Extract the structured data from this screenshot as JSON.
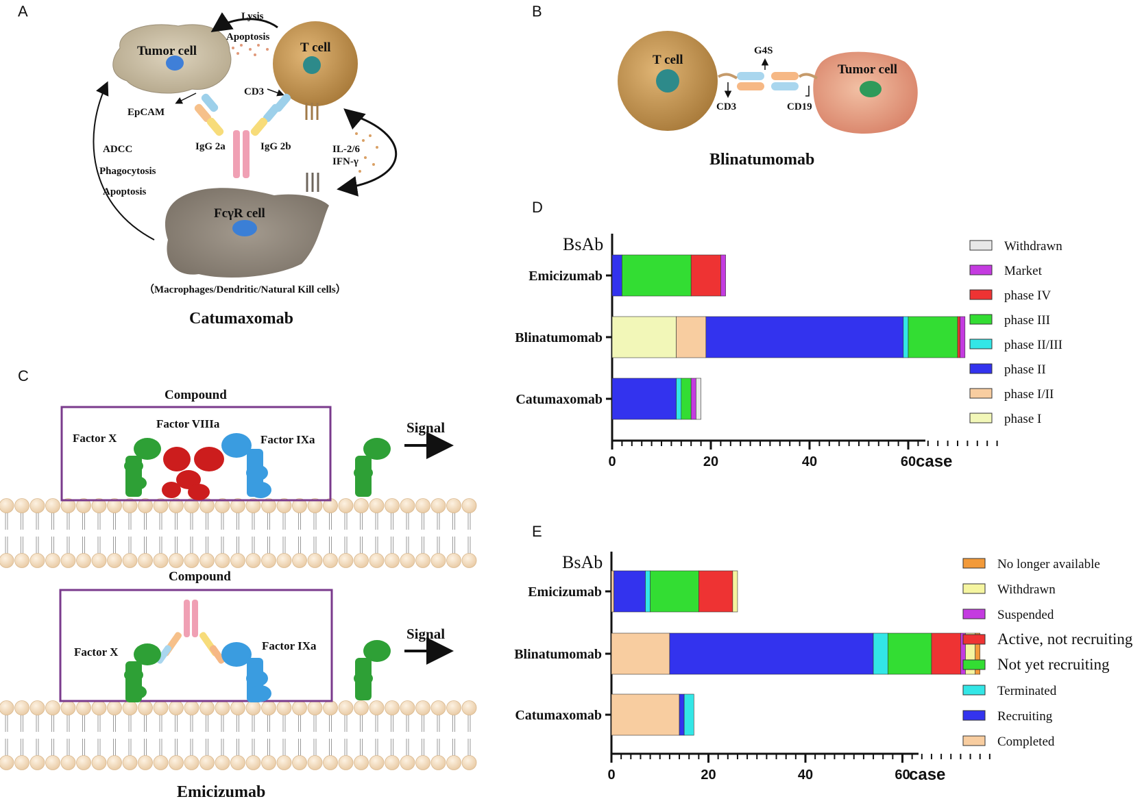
{
  "panels": {
    "A": {
      "letter": "A",
      "lysis": "Lysis",
      "apoptosis": "Apoptosis",
      "tumor_cell": "Tumor cell",
      "t_cell": "T cell",
      "cd3": "CD3",
      "epcam": "EpCAM",
      "igg2a": "IgG 2a",
      "igg2b": "IgG 2b",
      "adcc": "ADCC",
      "phagocytosis": "Phagocytosis",
      "apoptosis2": "Apoptosis",
      "il26": "IL-2/6",
      "ifn": "IFN-γ",
      "fcgr": "FcγR cell",
      "macro": "（Macrophages/Dendritic/Natural Kill cells）",
      "title": "Catumaxomab"
    },
    "B": {
      "letter": "B",
      "t_cell": "T cell",
      "tumor_cell": "Tumor cell",
      "g4s": "G4S",
      "cd3": "CD3",
      "cd19": "CD19",
      "title": "Blinatumomab"
    },
    "C": {
      "letter": "C",
      "compound1": "Compound",
      "factor8": "Factor VIIIa",
      "factorx1": "Factor X",
      "factor9_1": "Factor IXa",
      "signal1": "Signal",
      "compound2": "Compound",
      "factorx2": "Factor X",
      "factor9_2": "Factor IXa",
      "signal2": "Signal",
      "title": "Emicizumab"
    }
  },
  "chart_data": [
    {
      "panel": "D",
      "type": "bar",
      "orientation": "horizontal",
      "stacked": true,
      "ylabel": "BsAb",
      "xlabel": "case",
      "categories": [
        "Emicizumab",
        "Blinatumomab",
        "Catumaxomab"
      ],
      "xlim": [
        0,
        80
      ],
      "xticks": [
        0,
        20,
        40,
        60
      ],
      "series": [
        {
          "name": "phase I",
          "color": "#f2f7b8",
          "values": [
            0,
            13,
            0
          ]
        },
        {
          "name": "phase I/II",
          "color": "#f8cda0",
          "values": [
            0,
            6,
            0
          ]
        },
        {
          "name": "phase II",
          "color": "#3333ee",
          "values": [
            2,
            40,
            13
          ]
        },
        {
          "name": "phase II/III",
          "color": "#33e6e6",
          "values": [
            0,
            1,
            1
          ]
        },
        {
          "name": "phase III",
          "color": "#33dd33",
          "values": [
            14,
            10,
            2
          ]
        },
        {
          "name": "phase IV",
          "color": "#ee3333",
          "values": [
            6,
            0.5,
            0
          ]
        },
        {
          "name": "Market",
          "color": "#c43be0",
          "values": [
            1,
            1,
            1
          ]
        },
        {
          "name": "Withdrawn",
          "color": "#e8e8e8",
          "values": [
            0,
            0,
            1
          ]
        }
      ],
      "legend_order": [
        "Withdrawn",
        "Market",
        "phase IV",
        "phase III",
        "phase II/III",
        "phase II",
        "phase I/II",
        "phase I"
      ],
      "legend_placement": "right"
    },
    {
      "panel": "E",
      "type": "bar",
      "orientation": "horizontal",
      "stacked": true,
      "ylabel": "BsAb",
      "xlabel": "case",
      "categories": [
        "Emicizumab",
        "Blinatumomab",
        "Catumaxomab"
      ],
      "xlim": [
        0,
        80
      ],
      "xticks": [
        0,
        20,
        40,
        60
      ],
      "series": [
        {
          "name": "Completed",
          "color": "#f8cda0",
          "values": [
            0.5,
            12,
            14
          ]
        },
        {
          "name": "Recruiting",
          "color": "#3333ee",
          "values": [
            6.5,
            42,
            1
          ]
        },
        {
          "name": "Terminated",
          "color": "#33e6e6",
          "values": [
            1,
            3,
            2
          ]
        },
        {
          "name": "Not yet recruiting",
          "color": "#33dd33",
          "values": [
            10,
            9,
            0
          ]
        },
        {
          "name": "Active, not recruiting",
          "color": "#ee3333",
          "values": [
            7,
            6,
            0
          ]
        },
        {
          "name": "Suspended",
          "color": "#c43be0",
          "values": [
            0,
            1,
            0
          ]
        },
        {
          "name": "Withdrawn",
          "color": "#f5f5a0",
          "values": [
            1,
            2,
            0
          ]
        },
        {
          "name": "No longer available",
          "color": "#f29a3a",
          "values": [
            0,
            1,
            0
          ]
        }
      ],
      "legend_order": [
        "No longer available",
        "Withdrawn",
        "Suspended",
        "Active, not recruiting",
        "Not yet recruiting",
        "Terminated",
        "Recruiting",
        "Completed"
      ],
      "legend_placement": "right"
    }
  ]
}
